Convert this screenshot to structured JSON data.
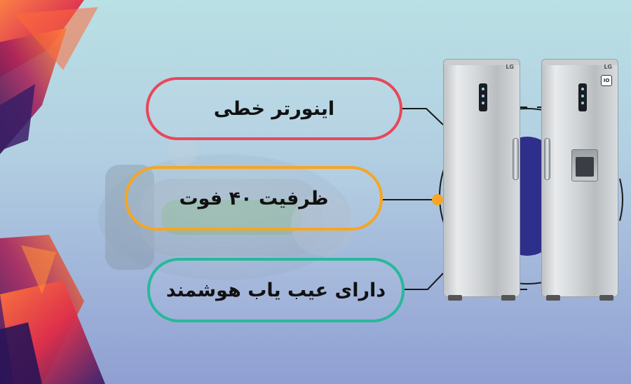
{
  "features": [
    {
      "label": "اینورتر خطی",
      "color": "#e8475a"
    },
    {
      "label": "ظرفیت ۴۰ فوت",
      "color": "#f5a623"
    },
    {
      "label": "دارای عیب یاب هوشمند",
      "color": "#27b99a"
    }
  ],
  "fridge_left": {
    "brand": "LG"
  },
  "fridge_right": {
    "brand": "LG",
    "badge": "IO"
  },
  "colors": {
    "background_top": "#b9e0e4",
    "background_bottom": "#8f9fd2",
    "connector": "#1a1a1a",
    "accent_dot": "#f5a623",
    "circle_fill": "#2d2f8a"
  },
  "icons": [
    "motor-image",
    "abstract-petal-decoration"
  ]
}
